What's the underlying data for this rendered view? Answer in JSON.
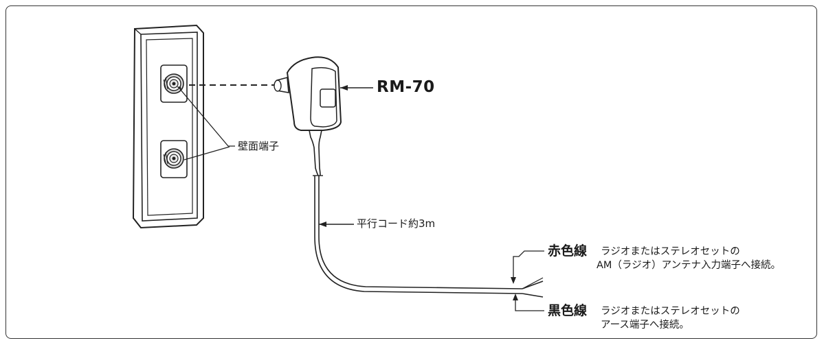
{
  "model_label": "RM-70",
  "wall_terminal_label": "壁面端子",
  "cord_label": "平行コード約3m",
  "red_wire": {
    "name": "赤色線",
    "desc_line1": "ラジオまたはステレオセットの",
    "desc_line2": "AM（ラジオ）アンテナ入力端子へ接続。"
  },
  "black_wire": {
    "name": "黒色線",
    "desc_line1": "ラジオまたはステレオセットの",
    "desc_line2": "アース端子へ接続。"
  }
}
